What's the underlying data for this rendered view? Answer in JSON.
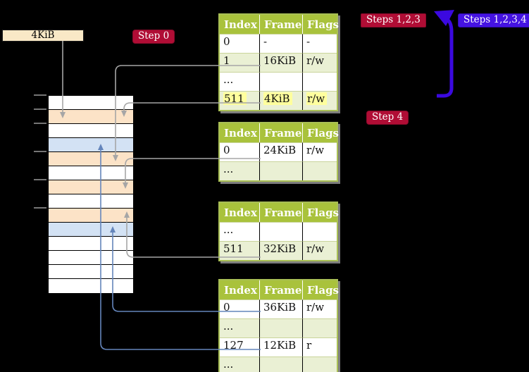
{
  "palette": {
    "background": "#000000",
    "table_header_bg": "#a9c23c",
    "table_border_green": "#a9bf55",
    "table_row_alt_bg": "#eaf0d4",
    "highlight_yellow": "#ffff9d",
    "frame_white": "#ffffff",
    "frame_orange": "#fce3c7",
    "frame_blue": "#d3e2f4",
    "legend_box_bg": "#f9e8c6",
    "label_crimson": "#b00d35",
    "label_blue_violet": "#4513e2",
    "connector_gray": "#a6a6a6",
    "connector_blue": "#6485bb",
    "loop_arrow_blue": "#3b09e0",
    "shadow_gray": "#7d7d7d"
  },
  "legend_box": {
    "label": "4KiB"
  },
  "step_labels": {
    "step0": "Step 0",
    "steps123": "Steps 1,2,3",
    "steps1234": "Steps 1,2,3,4",
    "step4": "Step 4"
  },
  "memory_column": {
    "rows": [
      "white",
      "orange",
      "white",
      "blue",
      "orange",
      "white",
      "orange",
      "white",
      "orange",
      "blue",
      "white",
      "white",
      "white",
      "white"
    ]
  },
  "tables": [
    {
      "name": "page-table-top",
      "headers": [
        "Index",
        "Frame",
        "Flags"
      ],
      "rows": [
        {
          "cells": [
            "0",
            "-",
            "-"
          ],
          "shaded": false,
          "highlighted": false
        },
        {
          "cells": [
            "1",
            "16KiB",
            "r/w"
          ],
          "shaded": true,
          "highlighted": false
        },
        {
          "cells": [
            "...",
            "",
            ""
          ],
          "shaded": false,
          "highlighted": false
        },
        {
          "cells": [
            "511",
            "4KiB",
            "r/w"
          ],
          "shaded": true,
          "highlighted": true
        }
      ]
    },
    {
      "name": "page-table-second",
      "headers": [
        "Index",
        "Frame",
        "Flags"
      ],
      "rows": [
        {
          "cells": [
            "0",
            "24KiB",
            "r/w"
          ],
          "shaded": false,
          "highlighted": false
        },
        {
          "cells": [
            "...",
            "",
            ""
          ],
          "shaded": true,
          "highlighted": false
        }
      ]
    },
    {
      "name": "page-table-third",
      "headers": [
        "Index",
        "Frame",
        "Flags"
      ],
      "rows": [
        {
          "cells": [
            "...",
            "",
            ""
          ],
          "shaded": false,
          "highlighted": false
        },
        {
          "cells": [
            "511",
            "32KiB",
            "r/w"
          ],
          "shaded": true,
          "highlighted": false
        }
      ]
    },
    {
      "name": "page-table-bottom",
      "headers": [
        "Index",
        "Frame",
        "Flags"
      ],
      "rows": [
        {
          "cells": [
            "0",
            "36KiB",
            "r/w"
          ],
          "shaded": false,
          "highlighted": false
        },
        {
          "cells": [
            "...",
            "",
            ""
          ],
          "shaded": true,
          "highlighted": false
        },
        {
          "cells": [
            "127",
            "12KiB",
            "r"
          ],
          "shaded": false,
          "highlighted": false
        },
        {
          "cells": [
            "...",
            "",
            ""
          ],
          "shaded": true,
          "highlighted": false
        }
      ]
    }
  ]
}
